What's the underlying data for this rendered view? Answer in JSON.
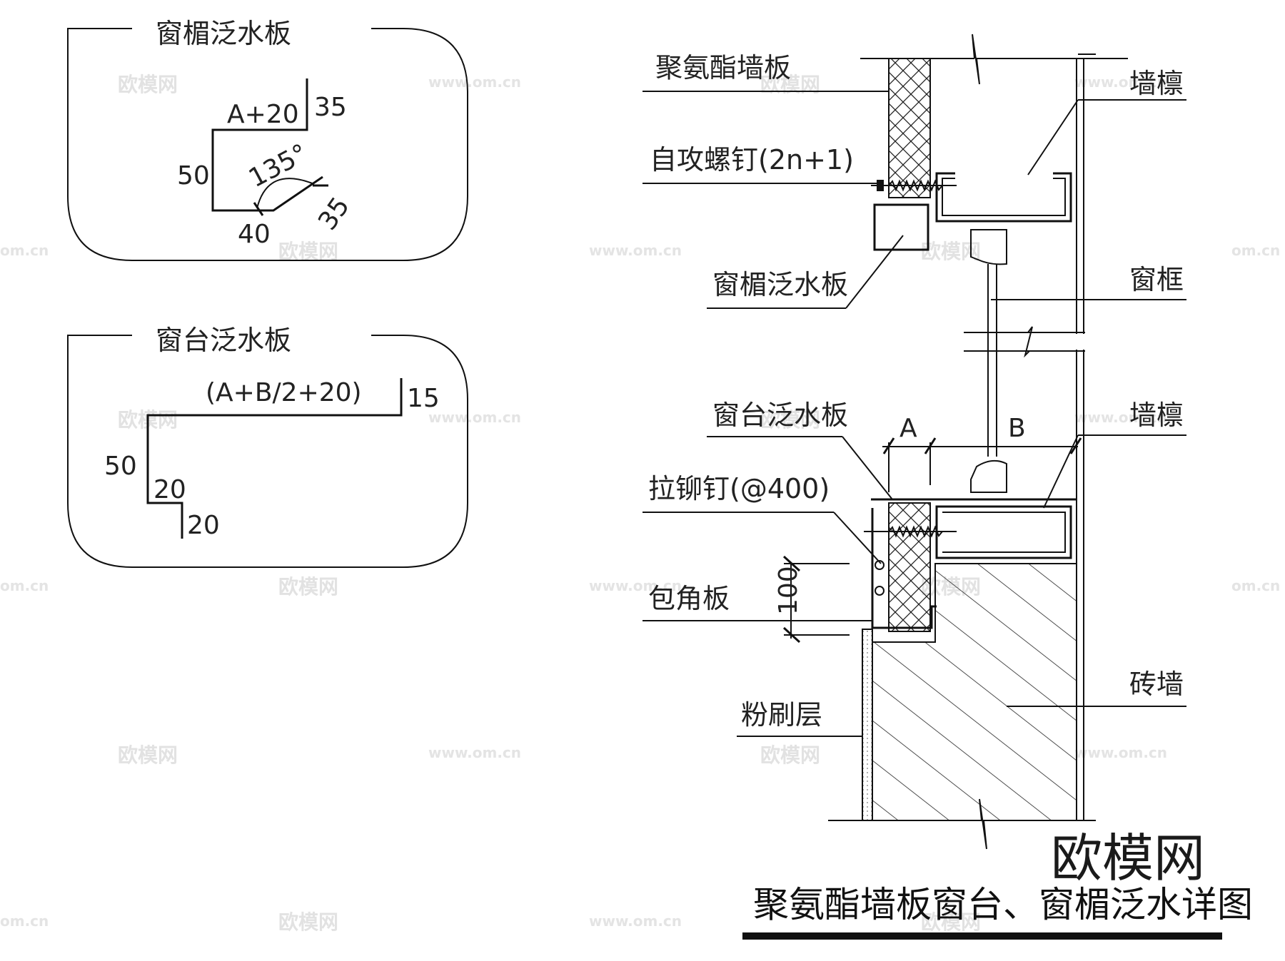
{
  "panels": {
    "head_flashing": {
      "title": "窗楣泛水板",
      "dims": {
        "top": "A+20",
        "top_return": "35",
        "height": "50",
        "angle": "135°",
        "bottom": "40",
        "slope": "35"
      }
    },
    "sill_flashing": {
      "title": "窗台泛水板",
      "dims": {
        "top": "(A+B/2+20)",
        "top_return": "15",
        "height": "50",
        "step_h": "20",
        "step_v": "20"
      }
    }
  },
  "section": {
    "labels": {
      "panel": "聚氨酯墙板",
      "purlin_top": "墙檩",
      "screw": "自攻螺钉(2n+1)",
      "head_flashing": "窗楣泛水板",
      "window_frame": "窗框",
      "sill_flashing": "窗台泛水板",
      "purlin_bottom": "墙檩",
      "rivet": "拉铆钉(@400)",
      "corner_board": "包角板",
      "brick_wall": "砖墙",
      "plaster": "粉刷层"
    },
    "dims": {
      "a": "A",
      "b": "B",
      "height": "100"
    }
  },
  "watermark": {
    "brand_cn": "欧模网",
    "site": "www.om.cn",
    "site_partial": "om.cn"
  },
  "footer": {
    "brand": "欧模网",
    "title": "聚氨酯墙板窗台、窗楣泛水详图"
  }
}
